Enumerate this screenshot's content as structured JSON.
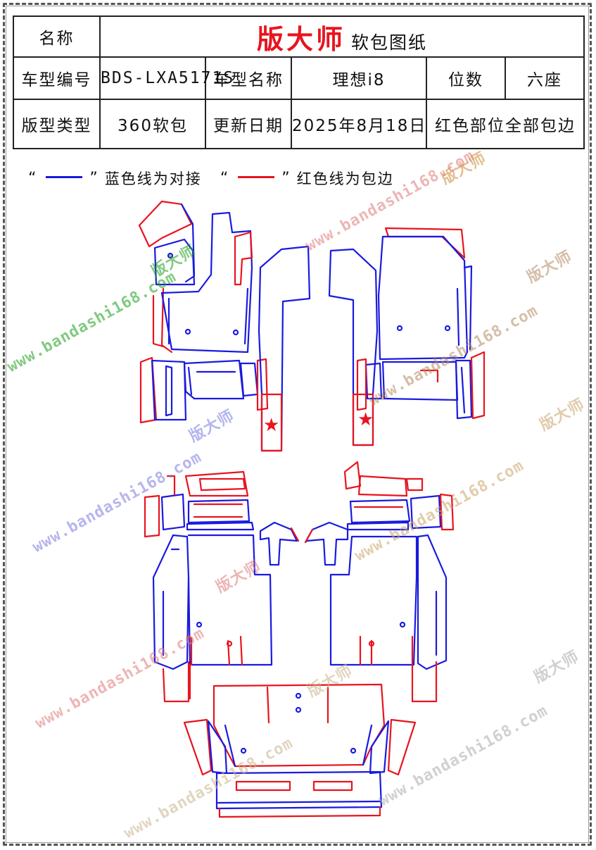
{
  "header": {
    "name_label": "名称",
    "brand": "版大师",
    "doc_type": "软包图纸",
    "model_code_label": "车型编号",
    "model_code": "BDS-LXA5171S",
    "model_name_label": "车型名称",
    "model_name": "理想i8",
    "seats_label": "位数",
    "seats": "六座",
    "template_type_label": "版型类型",
    "template_type": "360软包",
    "update_label": "更新日期",
    "update_date": "2025年8月18日",
    "red_note": "红色部位全部包边"
  },
  "legend": {
    "open_quote": "“",
    "close_quote": "”",
    "blue_text": "蓝色线为对接",
    "red_text": "红色线为包边",
    "blue_color": "#1a1ae0",
    "red_color": "#e8141e"
  },
  "watermark": {
    "url": "www.bandashi168.com",
    "brand": "版大师"
  },
  "colors": {
    "blue_line": "#1a1ae0",
    "red_line": "#e8141e"
  }
}
